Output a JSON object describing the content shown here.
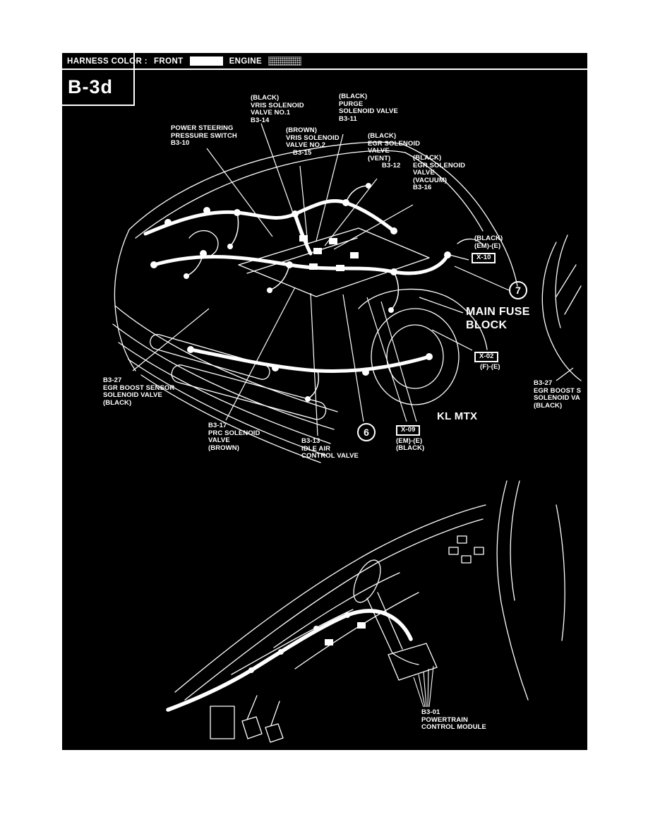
{
  "colors": {
    "page_bg": "#ffffff",
    "panel_bg": "#000000",
    "ink": "#ffffff"
  },
  "header": {
    "title": "HARNESS COLOR :",
    "front_label": "FRONT",
    "engine_label": "ENGINE"
  },
  "section_code": "B-3d",
  "engine_view": {
    "vehicle_label": "KL MTX",
    "main_fuse_label": "MAIN FUSE BLOCK",
    "circled_numbers": {
      "seven": "7",
      "six": "6"
    },
    "callouts": {
      "b3_10": {
        "id": "B3-10",
        "l1": "POWER STEERING",
        "l2": "PRESSURE SWITCH"
      },
      "b3_14": {
        "id": "B3-14",
        "l1": "(BLACK)",
        "l2": "VRIS SOLENOID",
        "l3": "VALVE NO.1"
      },
      "b3_15": {
        "id": "B3-15",
        "l1": "(BROWN)",
        "l2": "VRIS SOLENOID",
        "l3": "VALVE NO.2"
      },
      "b3_11": {
        "id": "B3-11",
        "l1": "(BLACK)",
        "l2": "PURGE",
        "l3": "SOLENOID VALVE"
      },
      "b3_12": {
        "id": "B3-12",
        "l1": "(BLACK)",
        "l2": "EGR SOLENOID",
        "l3": "VALVE",
        "l4": "(VENT)"
      },
      "b3_16": {
        "id": "B3-16",
        "l1": "(BLACK)",
        "l2": "EGR SOLENOID",
        "l3": "VALVE",
        "l4": "(VACUUM)"
      },
      "b3_27_left": {
        "id": "B3-27",
        "l1": "EGR BOOST SENSOR",
        "l2": "SOLENOID VALVE",
        "l3": "(BLACK)"
      },
      "b3_17": {
        "id": "B3-17",
        "l1": "PRC SOLENOID",
        "l2": "VALVE",
        "l3": "(BROWN)"
      },
      "b3_13": {
        "id": "B3-13",
        "l1": "IDLE AIR",
        "l2": "CONTROL VALVE"
      },
      "b3_27_right": {
        "id": "B3-27",
        "l1": "EGR BOOST S",
        "l2": "SOLENOID VA",
        "l3": "(BLACK)"
      }
    },
    "connectors": {
      "x_10": {
        "id": "X-10",
        "n1": "(BLACK)",
        "n2": "(EM)-(E)"
      },
      "x_02": {
        "id": "X-02",
        "n1": "(F)-(E)"
      },
      "x_09": {
        "id": "X-09",
        "n1": "(EM)-(E)",
        "n2": "(BLACK)"
      }
    }
  },
  "interior_view": {
    "callouts": {
      "b3_01": {
        "id": "B3-01",
        "l1": "POWERTRAIN",
        "l2": "CONTROL MODULE"
      }
    }
  }
}
